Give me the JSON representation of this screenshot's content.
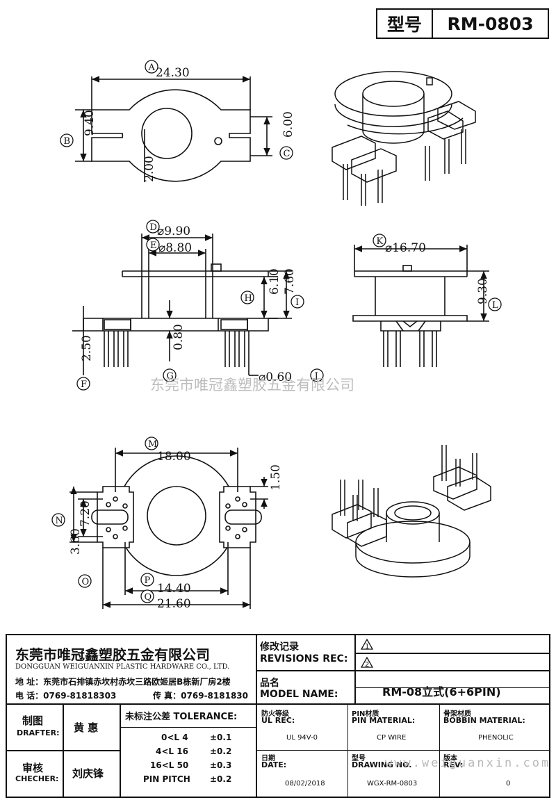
{
  "header": {
    "type_label": "型号",
    "model_code": "RM-0803"
  },
  "watermarks": {
    "center": "东莞市唯冠鑫塑胶五金有限公司",
    "bottom": "www.weiguanxin.com"
  },
  "dimensions": {
    "top_view": {
      "A": "24.30",
      "B": "9.40",
      "C": "6.00",
      "slot": "2.00"
    },
    "front_view": {
      "D": "⌀9.90",
      "E": "⌀8.80",
      "H": "6.10",
      "I": "7.60",
      "F": "2.50",
      "G": "0.80",
      "J": "⌀0.60"
    },
    "side_view": {
      "K": "⌀16.70",
      "L": "9.30"
    },
    "bottom_view": {
      "M": "18.00",
      "pin_offset": "1.50",
      "N": "7.20",
      "O": "3.60",
      "P": "14.40",
      "Q": "21.60"
    }
  },
  "callout_letters": [
    "A",
    "B",
    "C",
    "D",
    "E",
    "F",
    "G",
    "H",
    "I",
    "J",
    "K",
    "L",
    "M",
    "N",
    "O",
    "P",
    "Q"
  ],
  "title_block": {
    "company_cn": "东莞市唯冠鑫塑胶五金有限公司",
    "company_en": "DONGGUAN WEIGUANXIN PLASTIC HARDWARE CO., LTD.",
    "address": "地  址：东莞市石排镇赤坎村赤坎三路欧姬居B栋新厂房2楼",
    "phone": "电  话：0769-81818303",
    "fax": "传  真：0769-8181830",
    "revisions_cn": "修改记录",
    "revisions_en": "REVISIONS REC:",
    "rev_marks": [
      "1",
      "2"
    ],
    "model_name_cn": "品名",
    "model_name_en": "MODEL NAME:",
    "model_name_value": "RM-08立式(6+6PIN)",
    "drafter_cn": "制图",
    "drafter_en": "DRAFTER:",
    "drafter_name": "黄  惠",
    "checker_cn": "审核",
    "checker_en": "CHECHER:",
    "checker_name": "刘庆锋",
    "tolerance_title": "未标注公差 TOLERANCE:",
    "tolerances": [
      {
        "range": "0<L  4",
        "value": "±0.1"
      },
      {
        "range": "4<L  16",
        "value": "±0.2"
      },
      {
        "range": "16<L  50",
        "value": "±0.3"
      },
      {
        "range": "PIN PITCH",
        "value": "±0.2"
      }
    ],
    "ul_rec_cn": "防火等级",
    "ul_rec_en": "UL REC:",
    "ul_rec_value": "UL 94V-0",
    "pin_material_cn": "PIN材质",
    "pin_material_en": "PIN MATERIAL:",
    "pin_material_value": "CP WIRE",
    "bobbin_material_cn": "骨架材质",
    "bobbin_material_en": "BOBBIN MATERIAL:",
    "bobbin_material_value": "PHENOLIC",
    "date_cn": "日期",
    "date_en": "DATE:",
    "date_value": "08/02/2018",
    "drawing_no_cn": "型号",
    "drawing_no_en": "DRAWING NO.",
    "drawing_no_value": "WGX-RM-0803",
    "rev_cn": "版本",
    "rev_en": "REV:",
    "rev_value": "0"
  }
}
